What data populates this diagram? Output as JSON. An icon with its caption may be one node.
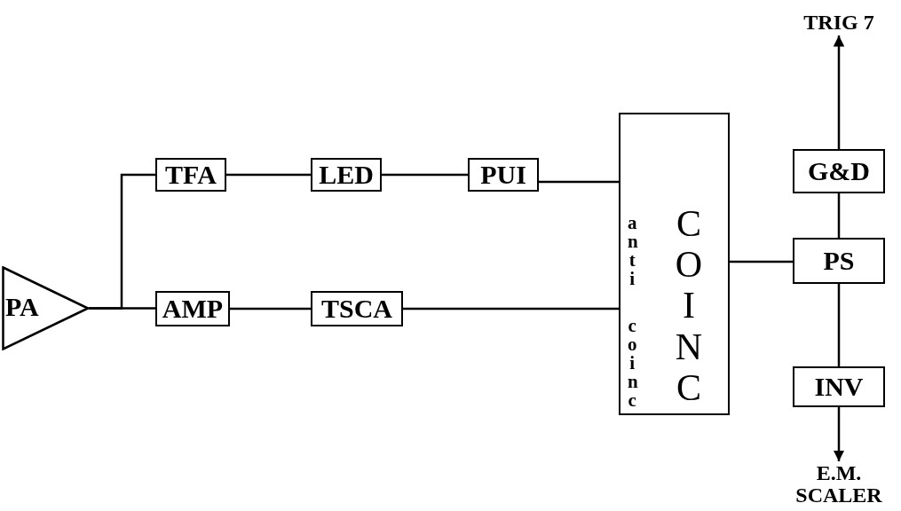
{
  "diagram": {
    "nodes": [
      {
        "text": [
          "PA"
        ]
      },
      {
        "text": [
          "TFA"
        ]
      },
      {
        "text": [
          "LED"
        ]
      },
      {
        "text": [
          "PUI"
        ]
      },
      {
        "text": [
          "AMP"
        ]
      },
      {
        "text": [
          "TSCA"
        ]
      },
      {
        "text": [
          "anti",
          "coinc",
          "COINC"
        ]
      },
      {
        "text": [
          "PS"
        ]
      },
      {
        "text": [
          "G&D"
        ]
      },
      {
        "text": [
          "INV"
        ]
      },
      {
        "text": [
          "TRIG 7"
        ]
      },
      {
        "text": [
          "E.M. SCALER"
        ]
      }
    ],
    "edges": [
      {
        "from": 0,
        "to": 1,
        "arrow": "none"
      },
      {
        "from": 0,
        "to": 4,
        "arrow": "none"
      },
      {
        "from": 1,
        "to": 2,
        "arrow": "none"
      },
      {
        "from": 2,
        "to": 3,
        "arrow": "none"
      },
      {
        "from": 3,
        "to": 6,
        "arrow": "none"
      },
      {
        "from": 4,
        "to": 5,
        "arrow": "none"
      },
      {
        "from": 5,
        "to": 6,
        "arrow": "none"
      },
      {
        "from": 6,
        "to": 7,
        "arrow": "none"
      },
      {
        "from": 7,
        "to": 8,
        "arrow": "none"
      },
      {
        "from": 8,
        "to": 10,
        "arrow": "to"
      },
      {
        "from": 7,
        "to": 9,
        "arrow": "none"
      },
      {
        "from": 9,
        "to": 11,
        "arrow": "to"
      }
    ]
  }
}
